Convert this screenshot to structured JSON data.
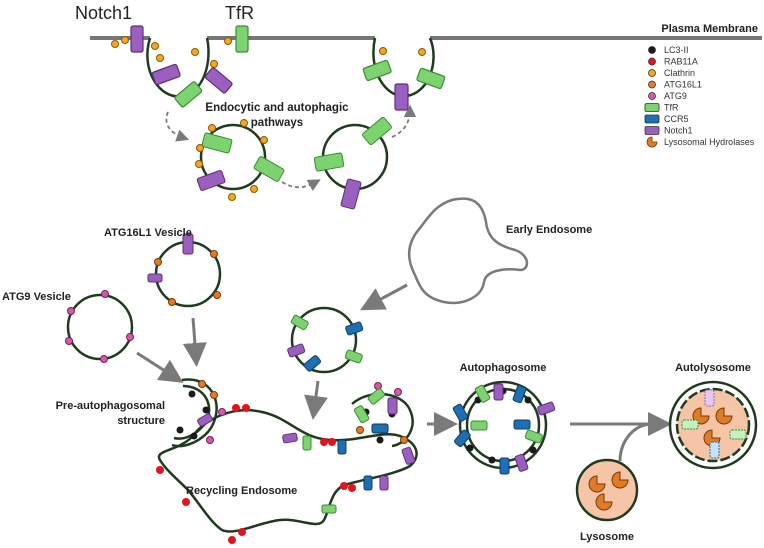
{
  "labels": {
    "notch1": "Notch1",
    "tfr": "TfR",
    "plasma_membrane": "Plasma Membrane",
    "endocytic": "Endocytic and autophagic",
    "pathways": "pathways",
    "atg16l1_vesicle": "ATG16L1 Vesicle",
    "early_endosome": "Early Endosome",
    "atg9_vesicle": "ATG9 Vesicle",
    "pre_auto_line1": "Pre-autophagosomal",
    "pre_auto_line2": "structure",
    "recycling_endosome": "Recycling Endosome",
    "autophagosome": "Autophagosome",
    "autolysosome": "Autolysosome",
    "lysosome": "Lysosome"
  },
  "legend": [
    {
      "label": "LC3-II",
      "shape": "dot",
      "color": "#1a1a1a"
    },
    {
      "label": "RAB11A",
      "shape": "dot",
      "color": "#e0141e"
    },
    {
      "label": "Clathrin",
      "shape": "dot",
      "color": "#f5a623"
    },
    {
      "label": "ATG16L1",
      "shape": "dot",
      "color": "#e07b2a"
    },
    {
      "label": "ATG9",
      "shape": "dot",
      "color": "#d65aa8"
    },
    {
      "label": "TfR",
      "shape": "rect",
      "color": "#7dd36f"
    },
    {
      "label": "CCR5",
      "shape": "rect",
      "color": "#1f6fb5"
    },
    {
      "label": "Notch1",
      "shape": "rect",
      "color": "#9b5fc0"
    },
    {
      "label": "Lysosomal Hydrolases",
      "shape": "pac",
      "color": "#e07b2a"
    }
  ],
  "colors": {
    "membrane": "#777777",
    "vesicle_outline": "#1f3a1f",
    "lc3": "#1a1a1a",
    "rab11a": "#e0141e",
    "clathrin": "#f5a623",
    "atg16l1": "#e07b2a",
    "atg9": "#d65aa8",
    "tfr": "#7dd36f",
    "ccr5": "#1f6fb5",
    "notch1": "#9b5fc0",
    "lysosome_fill": "#f6c4a6",
    "arrow": "#7a7a7a"
  }
}
